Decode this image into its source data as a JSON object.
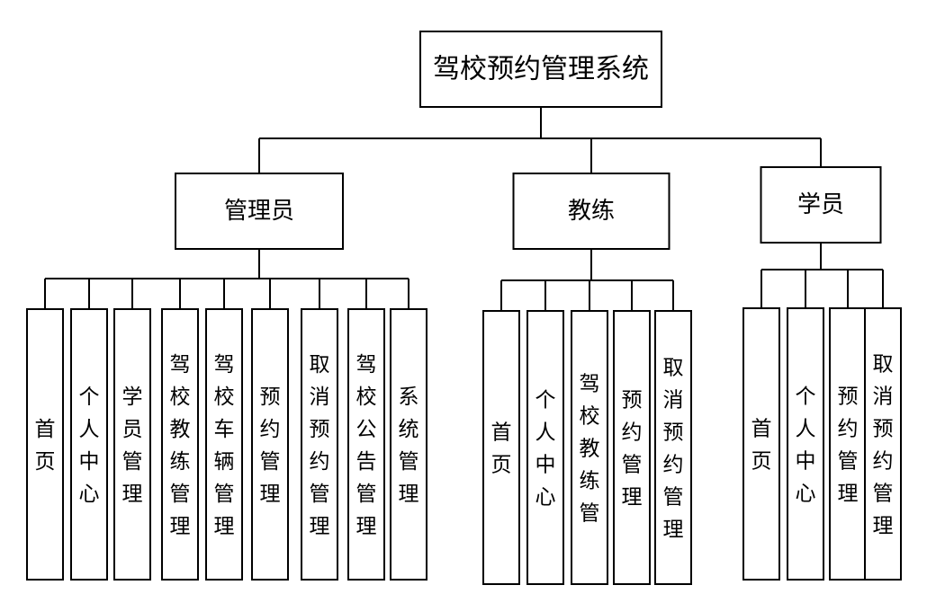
{
  "root": {
    "label": "驾校预约管理系统"
  },
  "roles": [
    {
      "label": "管理员",
      "modules": [
        "首页",
        "个人中心",
        "学员管理",
        "驾校教练管理",
        "驾校车辆管理",
        "预约管理",
        "取消预约管理",
        "驾校公告管理",
        "系统管理"
      ]
    },
    {
      "label": "教练",
      "modules": [
        "首页",
        "个人中心",
        "驾校教练管",
        "预约管理",
        "取消预约管理"
      ]
    },
    {
      "label": "学员",
      "modules": [
        "首页",
        "个人中心",
        "预约管理",
        "取消预约管理"
      ]
    }
  ]
}
